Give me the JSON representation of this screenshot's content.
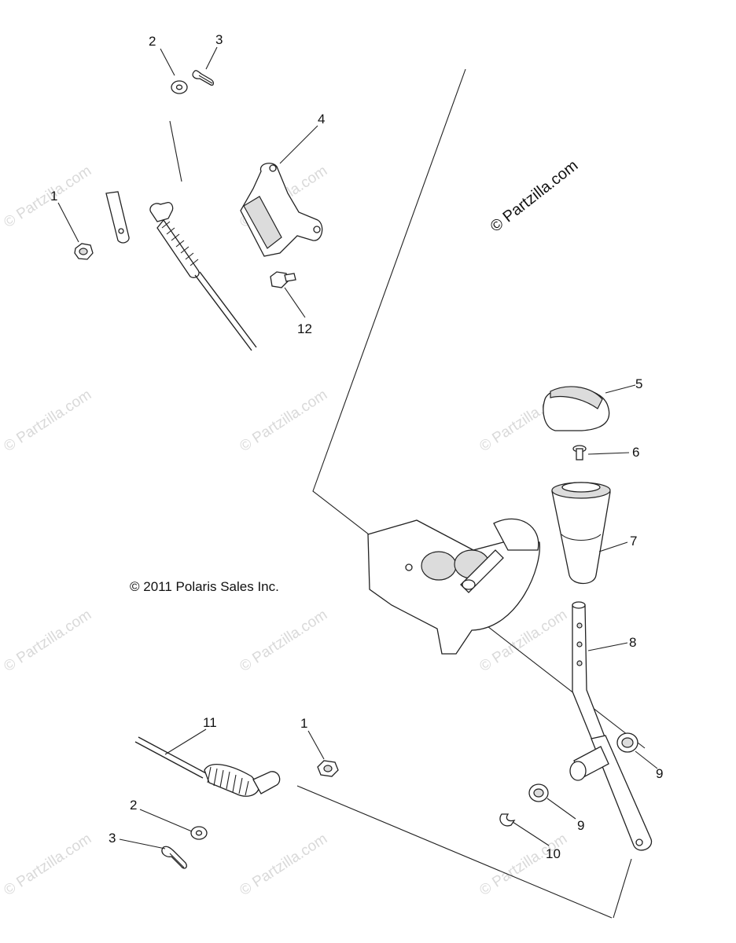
{
  "callouts": {
    "c1_top": "1",
    "c2_top": "2",
    "c3_top": "3",
    "c4": "4",
    "c5": "5",
    "c6": "6",
    "c7": "7",
    "c8": "8",
    "c9_right": "9",
    "c9_lower": "9",
    "c10": "10",
    "c11": "11",
    "c12": "12",
    "c1_bottom": "1",
    "c2_bottom": "2",
    "c3_bottom": "3"
  },
  "copyright_main": "© 2011 Polaris Sales Inc.",
  "copyright_partzilla": "© Partzilla.com",
  "watermark_text": "© Partzilla.com",
  "colors": {
    "line": "#222222",
    "watermark": "#d9d9d9",
    "background": "#ffffff"
  }
}
